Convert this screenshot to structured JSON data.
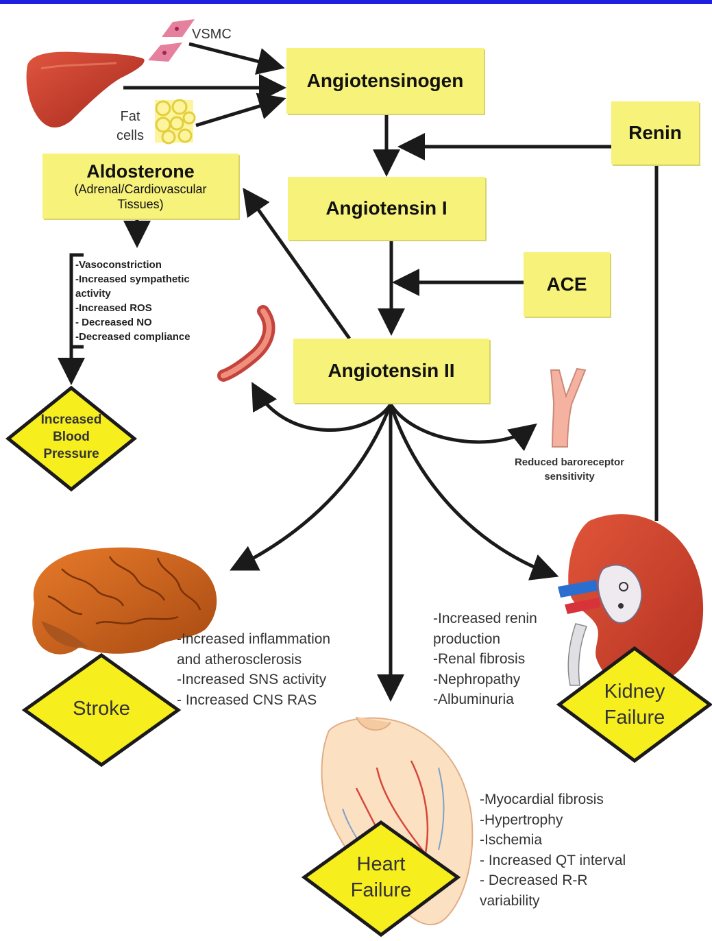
{
  "header_bar_color": "#1f1fe0",
  "colors": {
    "box_fill": "#f7f27a",
    "diamond_fill": "#f7ee1e",
    "arrow": "#1a1a1a"
  },
  "labels": {
    "vsmc": "VSMC",
    "fat_cells": [
      "Fat",
      "cells"
    ]
  },
  "nodes": {
    "angiotensinogen": "Angiotensinogen",
    "renin": "Renin",
    "aldosterone_title": "Aldosterone",
    "aldosterone_sub": [
      "(Adrenal/Cardiovascular",
      "Tissues)"
    ],
    "angiotensin_1": "Angiotensin I",
    "ace": "ACE",
    "angiotensin_2": "Angiotensin II"
  },
  "aldosterone_effects": [
    "-Vasoconstriction",
    "-Increased sympathetic",
    "activity",
    "-Increased ROS",
    "- Decreased NO",
    "-Decreased compliance"
  ],
  "outcomes": {
    "blood_pressure": [
      "Increased",
      "Blood",
      "Pressure"
    ],
    "stroke": "Stroke",
    "heart_failure": [
      "Heart",
      "Failure"
    ],
    "kidney_failure": [
      "Kidney",
      "Failure"
    ]
  },
  "baroreceptor": [
    "Reduced baroreceptor",
    "sensitivity"
  ],
  "stroke_effects": [
    "-Increased inflammation",
    "and atherosclerosis",
    "-Increased SNS activity",
    "- Increased CNS RAS"
  ],
  "kidney_effects": [
    "-Increased renin",
    "production",
    "-Renal fibrosis",
    "-Nephropathy",
    "-Albuminuria"
  ],
  "heart_effects": [
    "-Myocardial fibrosis",
    "-Hypertrophy",
    "-Ischemia",
    "- Increased QT interval",
    "- Decreased R-R",
    "variability"
  ],
  "icons": [
    "liver-icon",
    "vsmc-cells-icon",
    "fat-cells-icon",
    "artery-icon",
    "carotid-icon",
    "brain-icon",
    "heart-icon",
    "kidney-icon"
  ]
}
